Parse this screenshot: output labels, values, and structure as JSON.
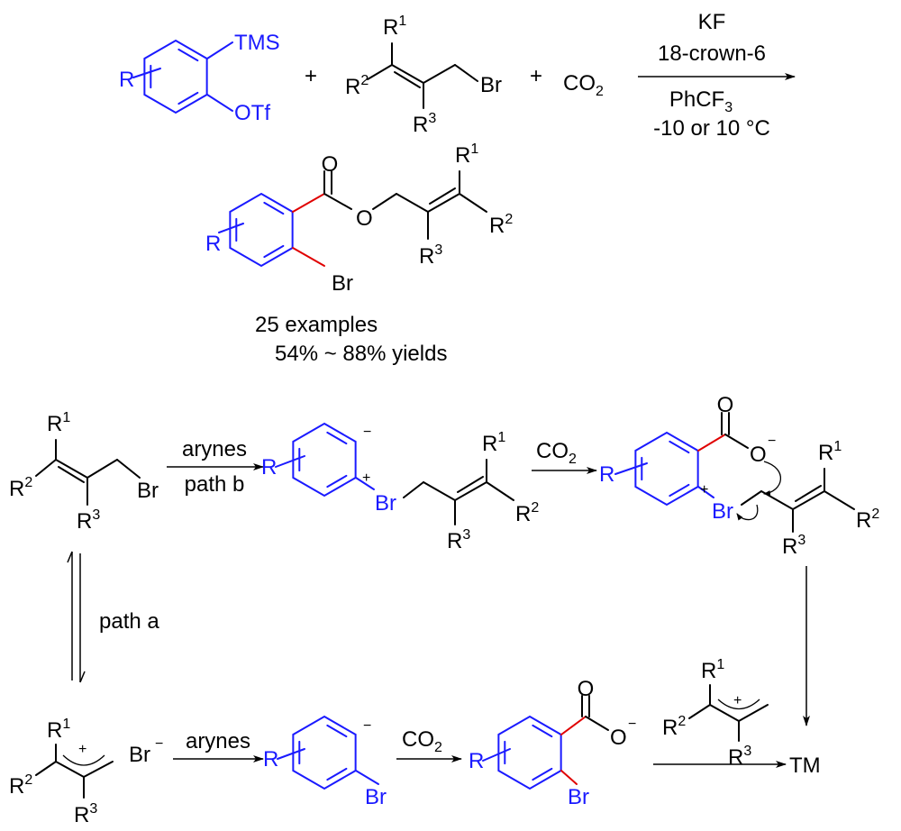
{
  "labels": {
    "R": "R",
    "TMS": "TMS",
    "OTf": "OTf",
    "Br": "Br",
    "O": "O",
    "plus": "+",
    "minus": "−",
    "sup1": "1",
    "sup2": "2",
    "sup3": "3",
    "CO": "CO",
    "sub2": "2",
    "TM": "TM"
  },
  "conditions": {
    "above_1": "KF",
    "above_2": "18-crown-6",
    "below_1": "PhCF",
    "below_1_sub": "3",
    "below_2": "-10 or 10 °C"
  },
  "summary": {
    "examples": "25 examples",
    "yields": "54% ~ 88% yields"
  },
  "mechanism": {
    "arynes": "arynes",
    "path_a": "path a",
    "path_b": "path b"
  },
  "colors": {
    "aryne": "#1a1aff",
    "new_bond": "#e00000"
  }
}
